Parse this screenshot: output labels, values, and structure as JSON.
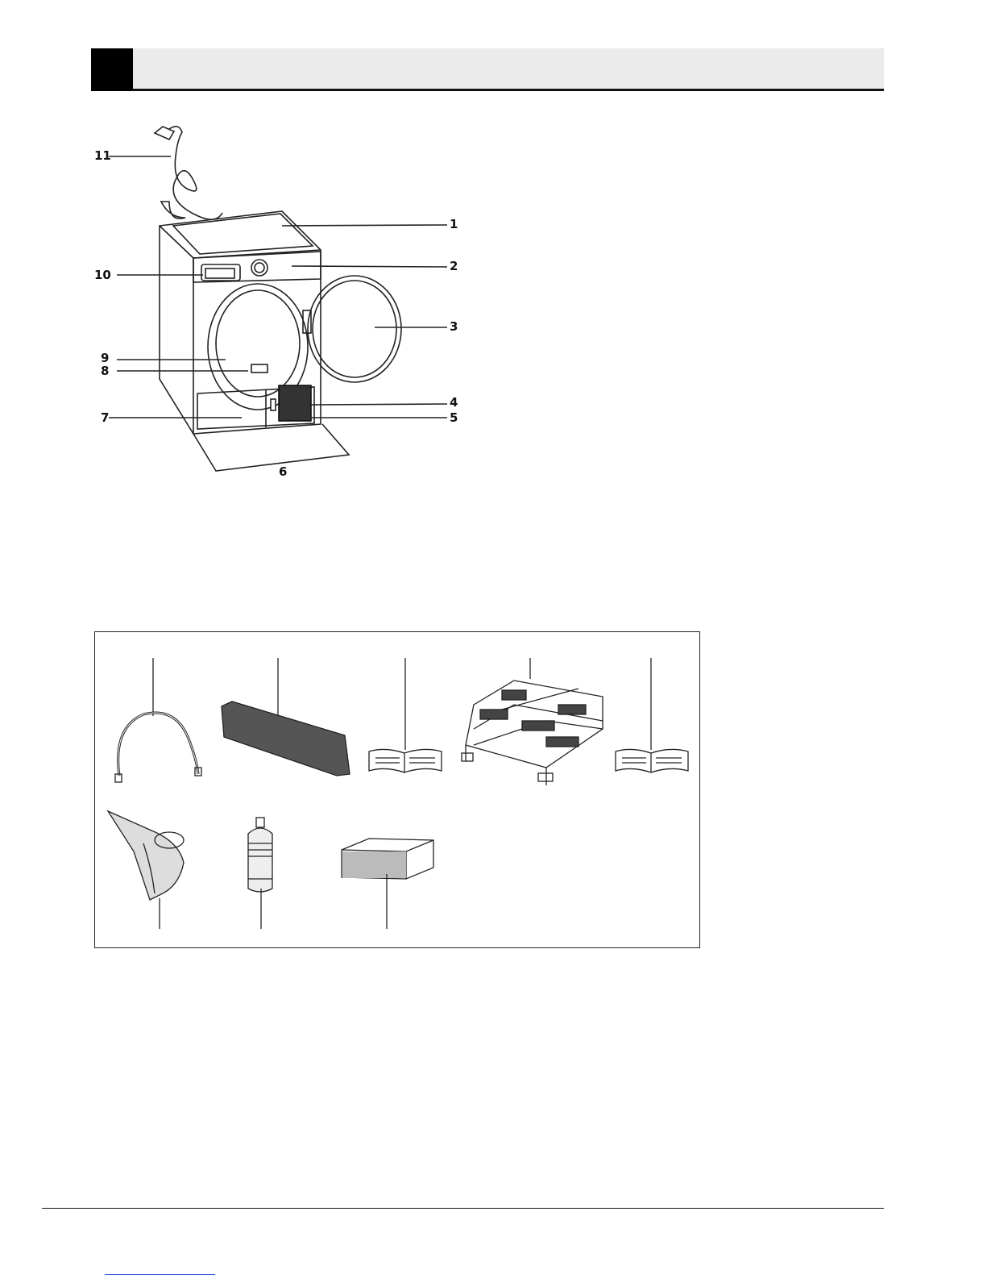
{
  "header": {
    "title": ""
  },
  "main_figure": {
    "callouts": [
      {
        "id": "c1",
        "text": "1"
      },
      {
        "id": "c2",
        "text": "2"
      },
      {
        "id": "c3",
        "text": "3"
      },
      {
        "id": "c4",
        "text": "4"
      },
      {
        "id": "c5",
        "text": "5"
      },
      {
        "id": "c6",
        "text": "6"
      },
      {
        "id": "c7",
        "text": "7"
      },
      {
        "id": "c8",
        "text": "8"
      },
      {
        "id": "c9",
        "text": "9"
      },
      {
        "id": "c10",
        "text": "10"
      },
      {
        "id": "c11",
        "text": "11"
      }
    ]
  },
  "accessories": {
    "items": [
      "drain-hose",
      "filter-sponge",
      "manual-booklet",
      "drying-rack",
      "manual-booklet-2",
      "water-jug",
      "bottle",
      "sponge-block"
    ]
  },
  "colors": {
    "header_bg": "#ebebeb",
    "ink": "#111111",
    "link": "#1a3fd6"
  }
}
